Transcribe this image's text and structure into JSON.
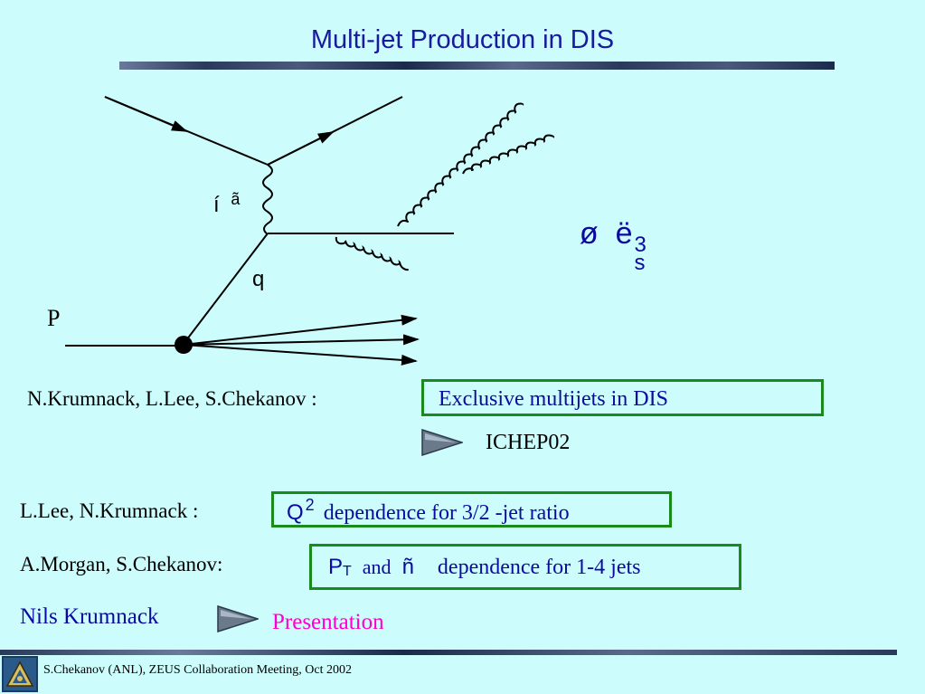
{
  "slide": {
    "title": "Multi-jet Production in DIS",
    "diagram": {
      "label_gamma_a": "í",
      "label_gamma_b": "ã",
      "label_q": "q",
      "label_p": "P",
      "formula_prefix": "ø  ë",
      "formula_sup": "3",
      "formula_sub": "s"
    },
    "items": [
      {
        "authors": "N.Krumnack, L.Lee, S.Chekanov :",
        "topic": "Exclusive multijets in DIS"
      },
      {
        "link": "ICHEP02"
      },
      {
        "authors": "L.Lee, N.Krumnack :",
        "q": "Q",
        "q_sup": "2",
        "topic": "dependence for 3/2 -jet ratio"
      },
      {
        "authors": "A.Morgan, S.Chekanov:",
        "pt": "P",
        "pt_sub": "T",
        "and": "and",
        "eta": "ñ",
        "topic": "dependence for 1-4 jets"
      },
      {
        "authors": "Nils Krumnack",
        "link": "Presentation"
      }
    ],
    "footer": "S.Chekanov (ANL), ZEUS Collaboration Meeting, Oct 2002"
  },
  "colors": {
    "background": "#ccfcfc",
    "title": "#1a1a9e",
    "box_border": "#1a8a1a",
    "presentation": "#ff00cc"
  }
}
